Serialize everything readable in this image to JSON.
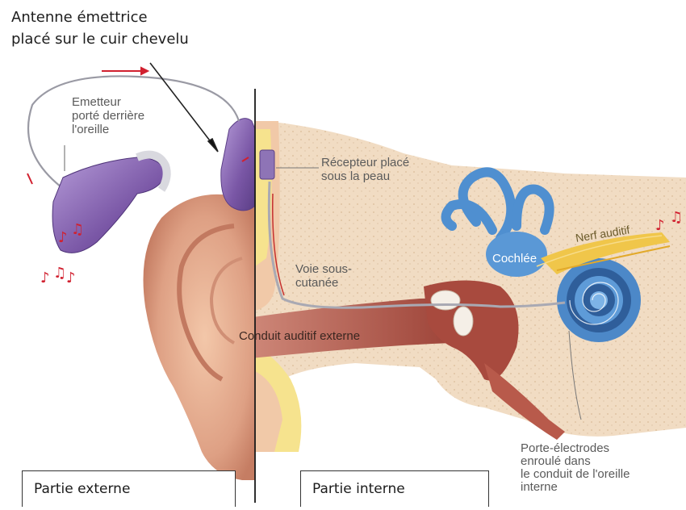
{
  "labels": {
    "antenna_line1": "Antenne émettrice",
    "antenna_line2": "placé sur le cuir chevelu",
    "emitter_line1": "Emetteur",
    "emitter_line2": "porté derrière",
    "emitter_line3": "l'oreille",
    "receiver_line1": "Récepteur placé",
    "receiver_line2": "sous la peau",
    "path_line1": "Voie sous-",
    "path_line2": "cutanée",
    "cochlea": "Cochlée",
    "nerve": "Nerf auditif",
    "canal": "Conduit auditif externe",
    "electrode_line1": "Porte-électrodes",
    "electrode_line2": "enroulé dans",
    "electrode_line3": "le conduit de l'oreille",
    "electrode_line4": "interne"
  },
  "sections": {
    "external": "Partie externe",
    "internal": "Partie interne"
  },
  "colors": {
    "skin": "#e8b89a",
    "bone": "#f3dcc4",
    "device": "#8b6bb3",
    "cochlea": "#4c88c8",
    "canal": "#b05a4c",
    "signal": "#d1202f",
    "nerve": "#f0c64a"
  }
}
